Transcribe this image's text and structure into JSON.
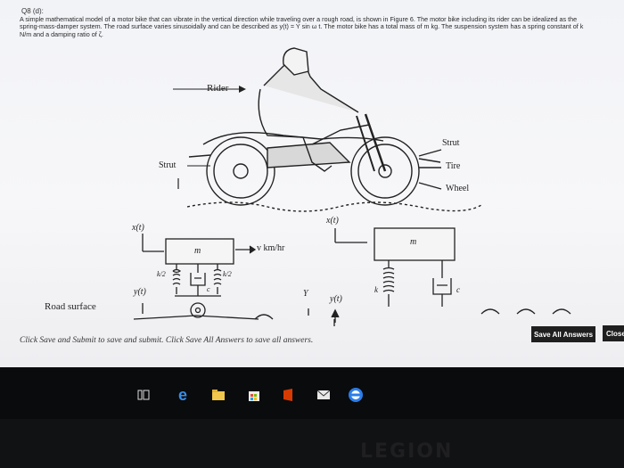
{
  "question": {
    "id": "Q8 (d):",
    "text": "A simple mathematical model of a motor bike that can vibrate in the vertical direction while traveling over a rough road, is shown in Figure 6. The motor bike including its rider can be idealized as the spring-mass-damper system. The road surface varies sinusoidally and can be described as y(t) = Y sin ω t. The motor bike has a total mass of m kg. The suspension system has a spring constant of k N/m and a damping ratio of ζ."
  },
  "figure": {
    "rider": "Rider",
    "strut_left": "Strut",
    "strut_right": "Strut",
    "tire": "Tire",
    "wheel": "Wheel",
    "road_surface": "Road surface",
    "x_left": "x(t)",
    "x_right": "x(t)",
    "y_left": "y(t)",
    "y_right": "y(t)",
    "mass_left": "m",
    "mass_right": "m",
    "speed": "v km/hr",
    "k_half_1": "k/2",
    "k_half_2": "k/2",
    "c_left": "c",
    "k_right": "k",
    "c_right": "c",
    "amplitude": "Y"
  },
  "footer": {
    "instruction": "Click Save and Submit to save and submit. Click Save All Answers to save all answers.",
    "save_all": "Save All Answers",
    "close": "Close"
  },
  "taskbar": {
    "icons": [
      "task-view-icon",
      "edge-browser-icon",
      "file-explorer-icon",
      "store-icon",
      "office-app-icon",
      "mail-icon",
      "chrome-browser-icon"
    ]
  },
  "hardware": {
    "brand": "LEGION"
  }
}
